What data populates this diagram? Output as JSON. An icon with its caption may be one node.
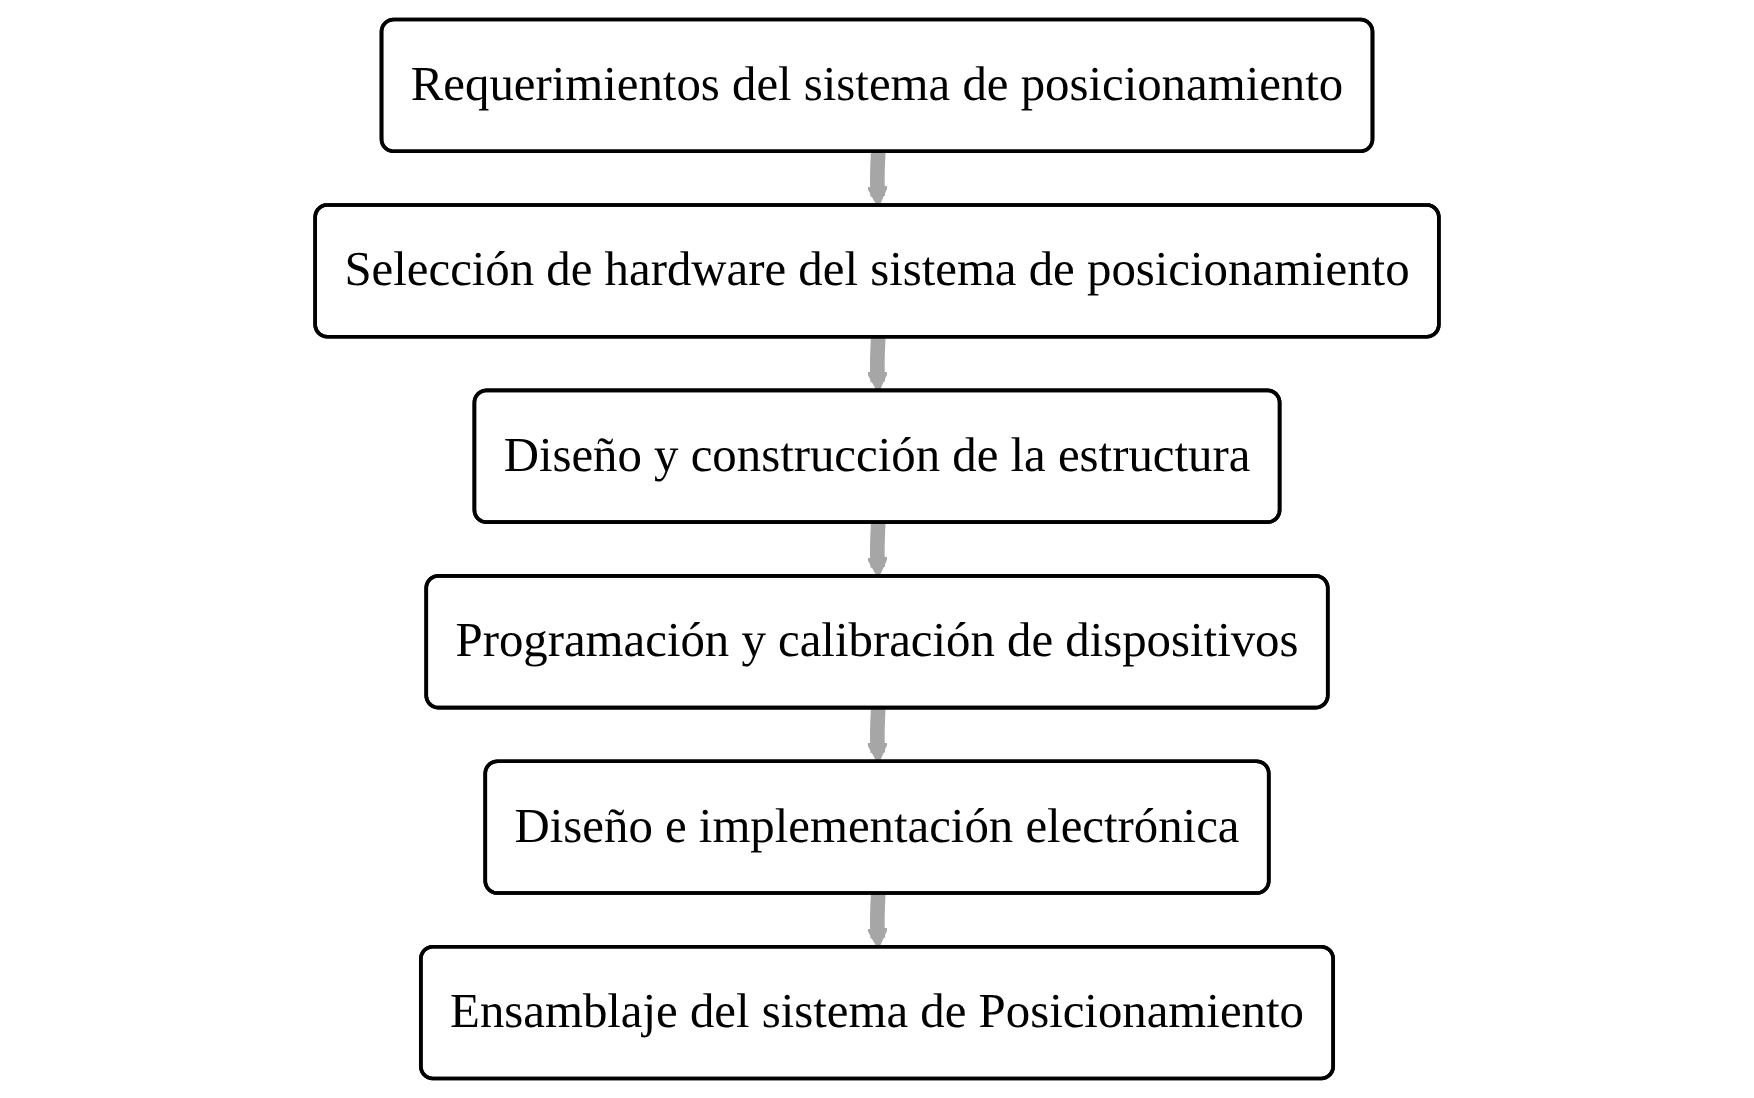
{
  "diagram": {
    "nodes": [
      {
        "text": [
          "Requerimientos del sistema de posicionamiento"
        ]
      },
      {
        "text": [
          "Selección de hardware del sistema de posicionamiento"
        ]
      },
      {
        "text": [
          "Diseño y construcción de la estructura"
        ]
      },
      {
        "text": [
          "Programación y calibración de dispositivos"
        ]
      },
      {
        "text": [
          "Diseño e implementación electrónica"
        ]
      },
      {
        "text": [
          "Ensamblaje del sistema de Posicionamiento"
        ]
      }
    ],
    "edges": [
      {
        "from": 0,
        "to": 1,
        "arrow": "to"
      },
      {
        "from": 1,
        "to": 2,
        "arrow": "to"
      },
      {
        "from": 2,
        "to": 3,
        "arrow": "to"
      },
      {
        "from": 3,
        "to": 4,
        "arrow": "to"
      },
      {
        "from": 4,
        "to": 5,
        "arrow": "to"
      }
    ]
  }
}
